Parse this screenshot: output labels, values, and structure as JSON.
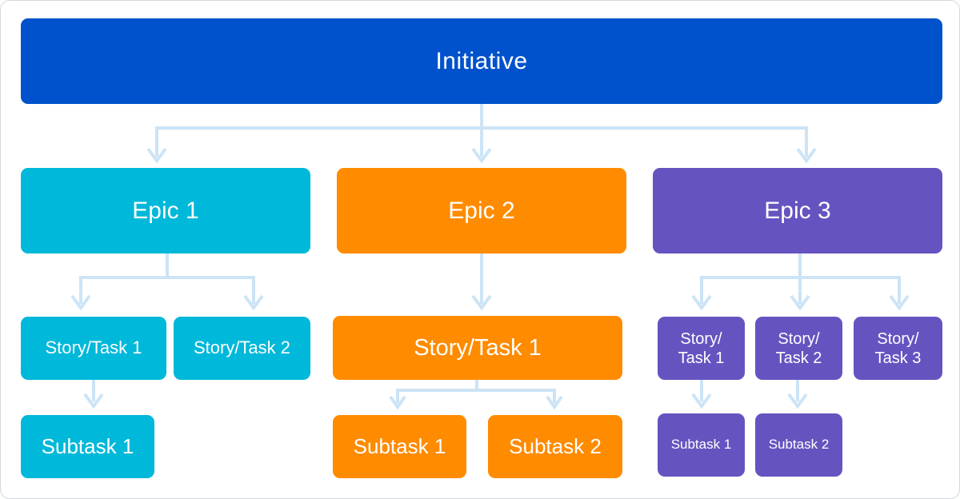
{
  "colors": {
    "initiative": "#0052cc",
    "epic1": "#00b8d9",
    "epic2": "#ff8b00",
    "epic3": "#6554c0",
    "connector": "#cce4f6"
  },
  "initiative": {
    "label": "Initiative"
  },
  "epic1": {
    "label": "Epic 1",
    "stories": [
      "Story/Task 1",
      "Story/Task 2"
    ],
    "subtasks": [
      "Subtask 1"
    ]
  },
  "epic2": {
    "label": "Epic 2",
    "stories": [
      "Story/Task 1"
    ],
    "subtasks": [
      "Subtask 1",
      "Subtask 2"
    ]
  },
  "epic3": {
    "label": "Epic 3",
    "stories": [
      {
        "line1": "Story/",
        "line2": "Task 1"
      },
      {
        "line1": "Story/",
        "line2": "Task 2"
      },
      {
        "line1": "Story/",
        "line2": "Task 3"
      }
    ],
    "subtasks": [
      "Subtask 1",
      "Subtask 2"
    ]
  }
}
